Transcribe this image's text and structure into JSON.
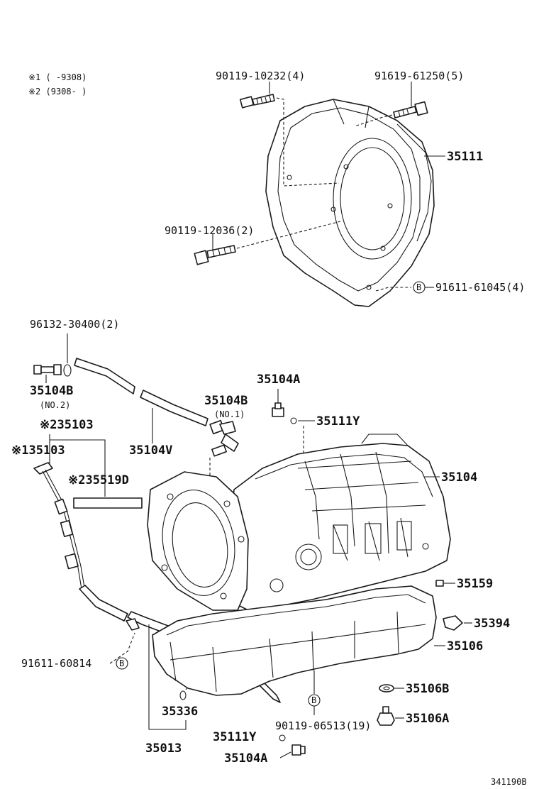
{
  "notes": {
    "note1": "※1 (     -9308)",
    "note2": "※2 (9308-     )"
  },
  "labels": {
    "p90119_10232": "90119-10232(4)",
    "p91619_61250": "91619-61250(5)",
    "p35111": "35111",
    "p90119_12036": "90119-12036(2)",
    "p91611_61045": "91611-61045(4)",
    "p96132_30400": "96132-30400(2)",
    "p35104B_no2": "35104B",
    "no2": "(NO.2)",
    "p35104A_top": "35104A",
    "p35104B_no1": "35104B",
    "no1": "(NO.1)",
    "p35111Y_top": "35111Y",
    "p35103_2": "※235103",
    "p35103_1": "※135103",
    "p35104V": "35104V",
    "p35519D": "※235519D",
    "p35104": "35104",
    "p35159": "35159",
    "p35394": "35394",
    "p35106": "35106",
    "p91611_60814": "91611-60814",
    "p35106B": "35106B",
    "p35336": "35336",
    "p35106A": "35106A",
    "p90119_06513": "90119-06513(19)",
    "p35013": "35013",
    "p35111Y_bot": "35111Y",
    "p35104A_bot": "35104A",
    "circle_b": "B",
    "diagram_code": "341190B"
  }
}
